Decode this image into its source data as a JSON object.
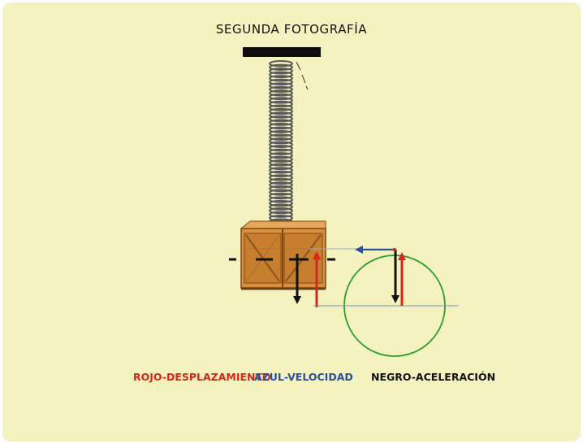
{
  "title": "SEGUNDA FOTOGRAFÍA",
  "legend": {
    "displacement": "ROJO-DESPLAZAMIENTO",
    "velocity": "AZUL-VELOCIDAD",
    "acceleration": "NEGRO-ACELERACIÓN"
  },
  "colors": {
    "background": "#f4f2bf",
    "displacement": "#d9261c",
    "velocity": "#2b4fa0",
    "acceleration": "#111111",
    "circle": "#2e9b2e",
    "axis": "#7a93b8",
    "crate": "#d98f3c"
  }
}
